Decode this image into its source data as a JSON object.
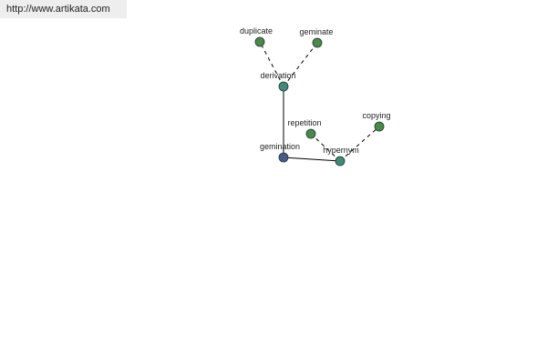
{
  "header": {
    "url": "http://www.artikata.com"
  },
  "colors": {
    "root": "#4a5a8f",
    "hub": "#3f8a78",
    "leaf": "#4a8a48",
    "edge": "#000000"
  },
  "graph": {
    "nodes": [
      {
        "id": "gemination",
        "label": "gemination",
        "kind": "root"
      },
      {
        "id": "derivation",
        "label": "derivation",
        "kind": "hub"
      },
      {
        "id": "hypernym",
        "label": "hypernym",
        "kind": "hub"
      },
      {
        "id": "duplicate",
        "label": "duplicate",
        "kind": "leaf"
      },
      {
        "id": "geminate",
        "label": "geminate",
        "kind": "leaf"
      },
      {
        "id": "repetition",
        "label": "repetition",
        "kind": "leaf"
      },
      {
        "id": "copying",
        "label": "copying",
        "kind": "leaf"
      }
    ],
    "edges": [
      {
        "from": "gemination",
        "to": "derivation",
        "style": "solid"
      },
      {
        "from": "gemination",
        "to": "hypernym",
        "style": "solid"
      },
      {
        "from": "derivation",
        "to": "duplicate",
        "style": "dashed"
      },
      {
        "from": "derivation",
        "to": "geminate",
        "style": "dashed"
      },
      {
        "from": "hypernym",
        "to": "repetition",
        "style": "dashed"
      },
      {
        "from": "hypernym",
        "to": "copying",
        "style": "dashed"
      }
    ]
  }
}
